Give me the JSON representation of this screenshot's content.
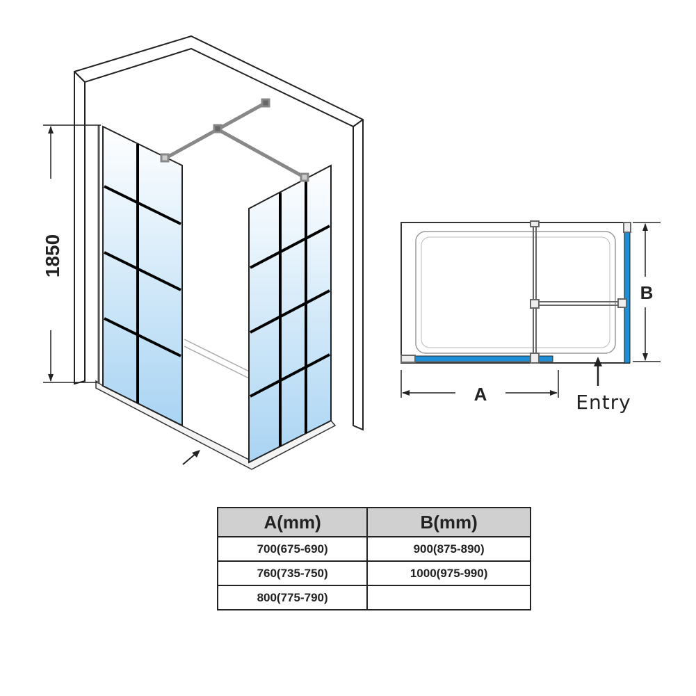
{
  "iso_view": {
    "height_label": "1850"
  },
  "plan_view": {
    "dimension_a": "A",
    "dimension_b": "B",
    "entry_label": "Entry"
  },
  "colors": {
    "glass_blue": "#1e8fd6",
    "table_header": "#d0d0d0"
  },
  "table": {
    "headers": [
      "A(mm)",
      "B(mm)"
    ],
    "rows": [
      [
        "700(675-690)",
        "900(875-890)"
      ],
      [
        "760(735-750)",
        "1000(975-990)"
      ],
      [
        "800(775-790)",
        ""
      ]
    ]
  }
}
